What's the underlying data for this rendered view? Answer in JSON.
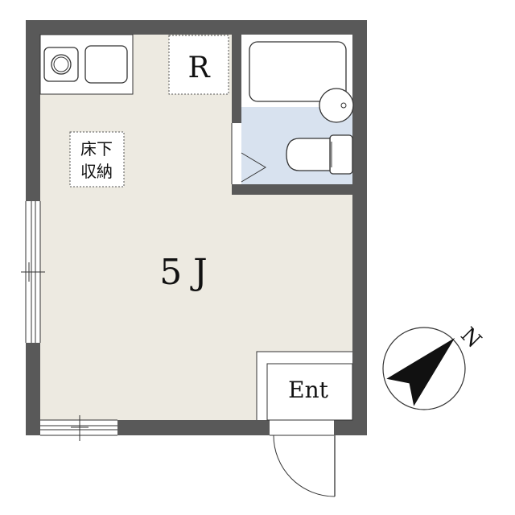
{
  "labels": {
    "refrigerator": "R",
    "underfloor_storage_line1": "床下",
    "underfloor_storage_line2": "収納",
    "room_size": "5 J",
    "entrance": "Ent",
    "north": "N"
  },
  "colors": {
    "wall": "#595959",
    "room_floor": "#edeae1",
    "bath_floor": "#d8e2ef",
    "fixture_line": "#333333",
    "background": "#ffffff"
  },
  "compass": {
    "north_angle_degrees": 45,
    "icon": "north-arrow-icon"
  }
}
